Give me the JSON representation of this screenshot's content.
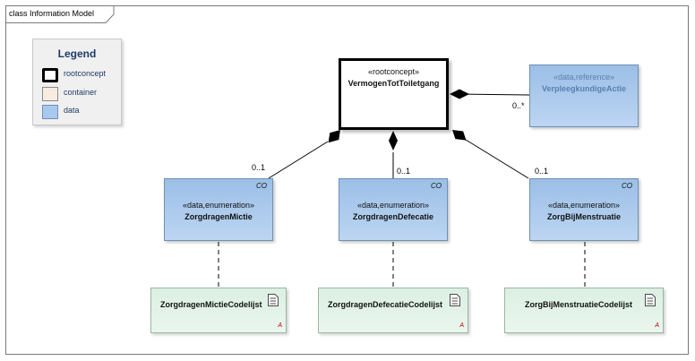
{
  "frame": {
    "title": "class Information Model"
  },
  "legend": {
    "title": "Legend",
    "items": [
      {
        "label": "rootconcept",
        "fill": "#ffffff",
        "border": "#000000"
      },
      {
        "label": "container",
        "fill": "#f8ece0",
        "border": "#8a8a8a"
      },
      {
        "label": "data",
        "fill": "#a9c8ee",
        "border": "#6f8fb8"
      }
    ]
  },
  "nodes": {
    "root": {
      "stereotype": "«rootconcept»",
      "name": "VermogenTotToiletgang"
    },
    "reference": {
      "stereotype": "«data,reference»",
      "name": "VerpleegkundigeActie"
    },
    "mictie": {
      "badge": "CO",
      "stereotype": "«data,enumeration»",
      "name": "ZorgdragenMictie"
    },
    "defecatie": {
      "badge": "CO",
      "stereotype": "«data,enumeration»",
      "name": "ZorgdragenDefecatie"
    },
    "menstruatie": {
      "badge": "CO",
      "stereotype": "«data,enumeration»",
      "name": "ZorgBijMenstruatie"
    }
  },
  "codelists": {
    "mictie": {
      "name": "ZorgdragenMictieCodelijst",
      "mark": "A"
    },
    "defecatie": {
      "name": "ZorgdragenDefecatieCodelijst",
      "mark": "A"
    },
    "menstruatie": {
      "name": "ZorgBijMenstruatieCodelijst",
      "mark": "A"
    }
  },
  "multiplicities": {
    "reference": "0..*",
    "mictie": "0..1",
    "defecatie": "0..1",
    "menstruatie": "0..1"
  },
  "colors": {
    "reference_text": "#5a7fb0",
    "text_dark": "#111111",
    "legend_text": "#1f3a68",
    "codelist_mark": "#c00000"
  }
}
